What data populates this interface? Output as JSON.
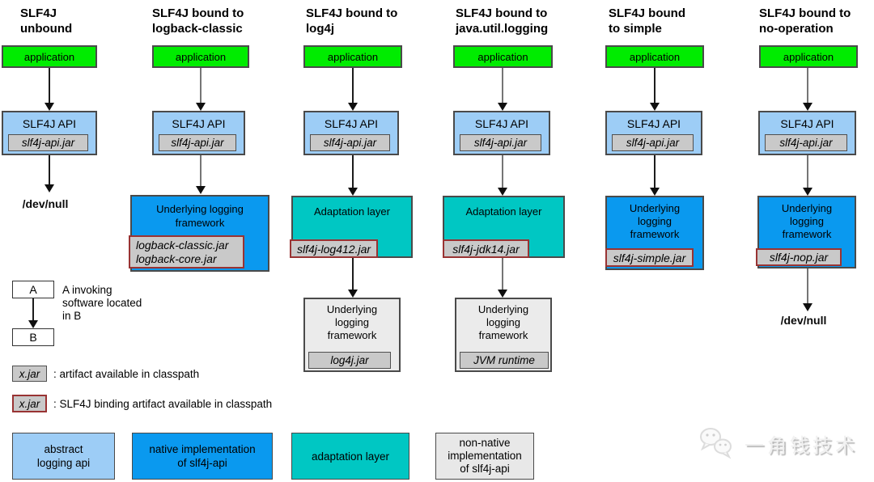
{
  "palette": {
    "application_green": "#00ec00",
    "api_light_blue": "#9dcdf6",
    "native_blue": "#0a99ef",
    "adaptation_teal": "#00c7c3",
    "framework_gray": "#ebebeb",
    "jar_gray": "#c9c9c9",
    "binding_border_red": "#993333"
  },
  "columns": [
    {
      "id": "unbound",
      "title": "SLF4J\nunbound",
      "application": "application",
      "api_label": "SLF4J API",
      "api_jar": "slf4j-api.jar",
      "output": "/dev/null"
    },
    {
      "id": "logback",
      "title": "SLF4J bound to\nlogback-classic",
      "application": "application",
      "api_label": "SLF4J API",
      "api_jar": "slf4j-api.jar",
      "framework_label": "Underlying logging\nframework",
      "framework_jar": "logback-classic.jar\nlogback-core.jar"
    },
    {
      "id": "log4j",
      "title": "SLF4J bound to\nlog4j",
      "application": "application",
      "api_label": "SLF4J API",
      "api_jar": "slf4j-api.jar",
      "adaptation_label": "Adaptation layer",
      "adaptation_jar": "slf4j-log412.jar",
      "framework_label": "Underlying\nlogging\nframework",
      "framework_jar": "log4j.jar"
    },
    {
      "id": "jul",
      "title": "SLF4J bound to\njava.util.logging",
      "application": "application",
      "api_label": "SLF4J API",
      "api_jar": "slf4j-api.jar",
      "adaptation_label": "Adaptation layer",
      "adaptation_jar": "slf4j-jdk14.jar",
      "framework_label": "Underlying\nlogging\nframework",
      "framework_jar": "JVM runtime"
    },
    {
      "id": "simple",
      "title": "SLF4J bound\nto simple",
      "application": "application",
      "api_label": "SLF4J API",
      "api_jar": "slf4j-api.jar",
      "framework_label": "Underlying\nlogging\nframework",
      "framework_jar": "slf4j-simple.jar"
    },
    {
      "id": "nop",
      "title": "SLF4J bound to\nno-operation",
      "application": "application",
      "api_label": "SLF4J API",
      "api_jar": "slf4j-api.jar",
      "framework_label": "Underlying\nlogging\nframework",
      "framework_jar": "slf4j-nop.jar",
      "output": "/dev/null"
    }
  ],
  "legend": {
    "invoke": {
      "a": "A",
      "b": "B",
      "caption": "A invoking\nsoftware located\nin B"
    },
    "artifact": {
      "box": "x.jar",
      "caption": ": artifact available in classpath"
    },
    "binding": {
      "box": "x.jar",
      "caption": ": SLF4J binding artifact available in classpath"
    },
    "categories": [
      {
        "label": "abstract\nlogging api"
      },
      {
        "label": "native implementation\nof slf4j-api"
      },
      {
        "label": "adaptation layer"
      },
      {
        "label": "non-native\nimplementation\nof slf4j-api"
      }
    ]
  },
  "watermark": {
    "icon": "wechat-icon",
    "text": "一角钱技术"
  }
}
